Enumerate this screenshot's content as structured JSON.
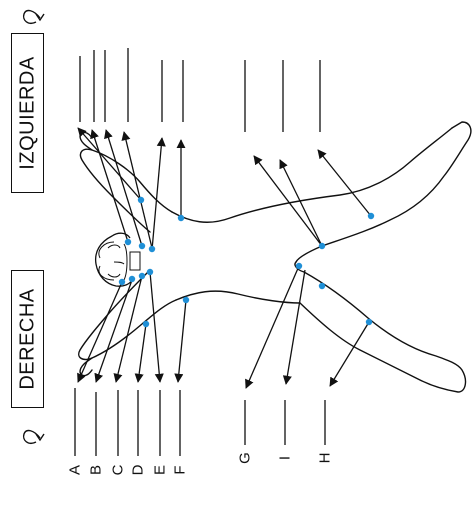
{
  "side_labels": {
    "left": "DERECHA",
    "right": "IZQUIERDA"
  },
  "markers": {
    "a": "A",
    "b": "B",
    "c": "C",
    "d": "D",
    "e": "E",
    "f": "F",
    "g": "G",
    "i": "I",
    "h": "H"
  },
  "icons": {
    "rotate_left": "rotate-arrow-icon",
    "rotate_right": "rotate-arrow-icon"
  },
  "colors": {
    "point": "#1f8fd6",
    "line": "#111111"
  }
}
